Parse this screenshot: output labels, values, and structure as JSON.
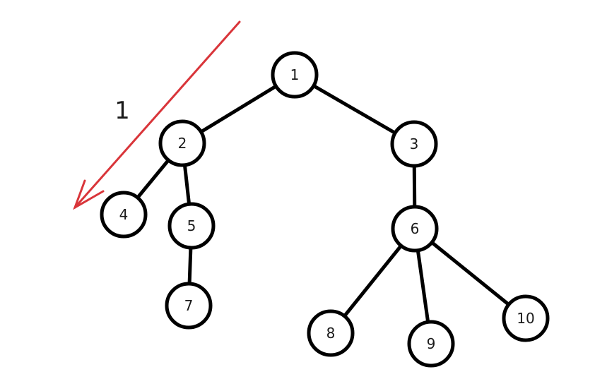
{
  "colors": {
    "edge": "#000000",
    "node_fill": "#ffffff",
    "node_stroke": "#000000",
    "arrow": "#d9353a",
    "text": "#1a1a1a"
  },
  "tree": {
    "nodes": [
      {
        "id": "1",
        "label": "1"
      },
      {
        "id": "2",
        "label": "2"
      },
      {
        "id": "3",
        "label": "3"
      },
      {
        "id": "4",
        "label": "4"
      },
      {
        "id": "5",
        "label": "5"
      },
      {
        "id": "6",
        "label": "6"
      },
      {
        "id": "7",
        "label": "7"
      },
      {
        "id": "8",
        "label": "8"
      },
      {
        "id": "9",
        "label": "9"
      },
      {
        "id": "10",
        "label": "10"
      }
    ],
    "edges": [
      {
        "from": "1",
        "to": "2"
      },
      {
        "from": "1",
        "to": "3"
      },
      {
        "from": "2",
        "to": "4"
      },
      {
        "from": "2",
        "to": "5"
      },
      {
        "from": "5",
        "to": "7"
      },
      {
        "from": "3",
        "to": "6"
      },
      {
        "from": "6",
        "to": "8"
      },
      {
        "from": "6",
        "to": "9"
      },
      {
        "from": "6",
        "to": "10"
      }
    ]
  },
  "annotation": {
    "arrow_label": "1"
  }
}
